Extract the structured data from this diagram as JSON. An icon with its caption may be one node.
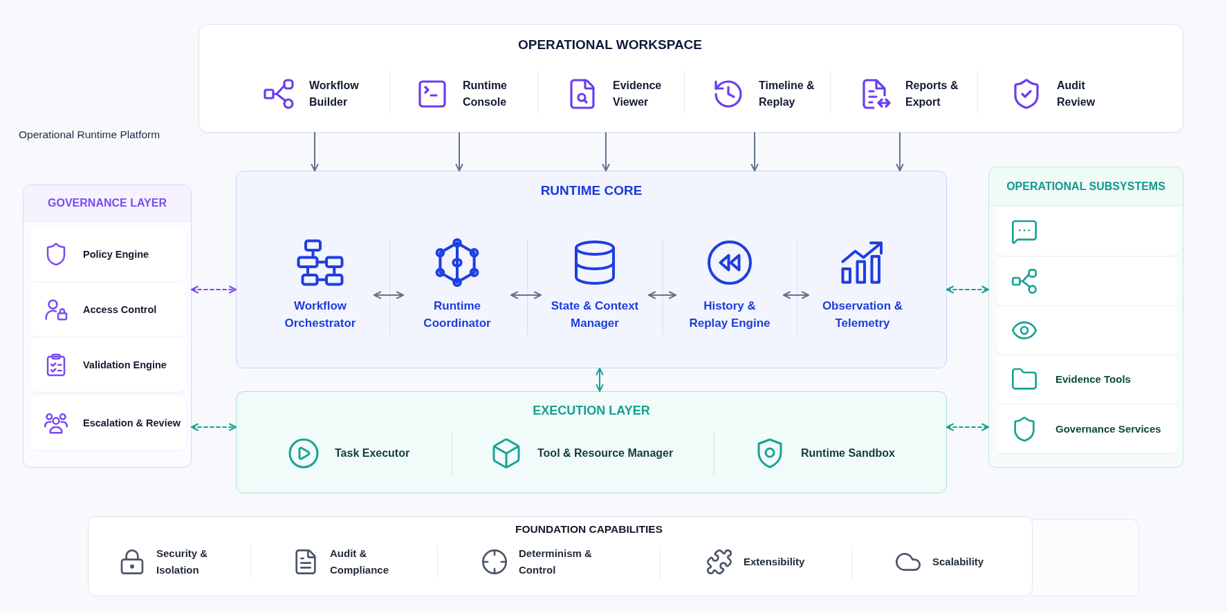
{
  "diagram": {
    "title": "Operational Runtime Platform",
    "nodes": [
      {
        "text": [
          "OPERATIONAL WORKSPACE"
        ]
      },
      {
        "text": [
          "Workflow Builder"
        ],
        "in": 0
      },
      {
        "text": [
          "Runtime Console"
        ],
        "in": 0
      },
      {
        "text": [
          "Evidence Viewer"
        ],
        "in": 0
      },
      {
        "text": [
          "Timeline & Replay"
        ],
        "in": 0
      },
      {
        "text": [
          "Reports & Export"
        ],
        "in": 0
      },
      {
        "text": [
          "Audit Review"
        ],
        "in": 0
      },
      {
        "text": [
          "GOVERNANCE LAYER"
        ]
      },
      {
        "text": [
          "Policy Engine"
        ],
        "in": 7
      },
      {
        "text": [
          "Access Control"
        ],
        "in": 7
      },
      {
        "text": [
          "Validation Engine"
        ],
        "in": 7
      },
      {
        "text": [
          "Escalation & Review"
        ],
        "in": 7
      },
      {
        "text": [
          "RUNTIME CORE"
        ]
      },
      {
        "text": [
          "Workflow Orchestrator"
        ],
        "in": 12
      },
      {
        "text": [
          "Runtime Coordinator"
        ],
        "in": 12
      },
      {
        "text": [
          "State & Context Manager"
        ],
        "in": 12
      },
      {
        "text": [
          "History & Replay Engine"
        ],
        "in": 12
      },
      {
        "text": [
          "Observation & Telemetry"
        ],
        "in": 12
      },
      {
        "text": [
          "OPERATIONAL SUBSYSTEMS"
        ]
      },
      {
        "text": [],
        "shape": "box",
        "in": 18
      },
      {
        "text": [],
        "shape": "box",
        "in": 18
      },
      {
        "text": [],
        "shape": "box",
        "in": 18
      },
      {
        "text": [
          "Evidence Tools"
        ],
        "in": 18
      },
      {
        "text": [
          "Governance Services"
        ],
        "in": 18
      },
      {
        "text": [
          "EXECUTION LAYER"
        ]
      },
      {
        "text": [
          "Task Executor"
        ],
        "in": 24
      },
      {
        "text": [
          "Tool & Resource Manager"
        ],
        "in": 24
      },
      {
        "text": [
          "Runtime Sandbox"
        ],
        "in": 24
      },
      {
        "text": [
          "FOUNDATION CAPABILITIES"
        ]
      },
      {
        "text": [
          "Security & Isolation"
        ],
        "in": 28
      },
      {
        "text": [
          "Audit & Compliance"
        ],
        "in": 28
      },
      {
        "text": [
          "Determinism & Control"
        ],
        "in": 28
      },
      {
        "text": [
          "Extensibility"
        ],
        "in": 28
      },
      {
        "text": [
          "Scalability"
        ],
        "in": 28
      },
      {
        "text": [],
        "shape": "box"
      }
    ],
    "edges": [
      {
        "from": 1,
        "to": 12,
        "arrow": "to"
      },
      {
        "from": 2,
        "to": 12,
        "arrow": "to"
      },
      {
        "from": 3,
        "to": 12,
        "arrow": "to"
      },
      {
        "from": 4,
        "to": 12,
        "arrow": "to"
      },
      {
        "from": 5,
        "to": 12,
        "arrow": "to"
      },
      {
        "from": 13,
        "to": 14,
        "arrow": "both"
      },
      {
        "from": 14,
        "to": 15,
        "arrow": "both"
      },
      {
        "from": 15,
        "to": 16,
        "arrow": "both"
      },
      {
        "from": 16,
        "to": 17,
        "arrow": "both"
      },
      {
        "from": 12,
        "to": 24,
        "arrow": "both",
        "color": "#17a394"
      },
      {
        "from": 7,
        "to": 12,
        "arrow": "both",
        "style": "dashed",
        "color": "#7b4cf0"
      },
      {
        "from": 7,
        "to": 24,
        "arrow": "both",
        "style": "dashed",
        "color": "#17a394"
      },
      {
        "from": 12,
        "to": 18,
        "arrow": "both",
        "style": "dashed",
        "color": "#17a394"
      },
      {
        "from": 24,
        "to": 18,
        "arrow": "both",
        "style": "dashed",
        "color": "#17a394"
      }
    ]
  }
}
